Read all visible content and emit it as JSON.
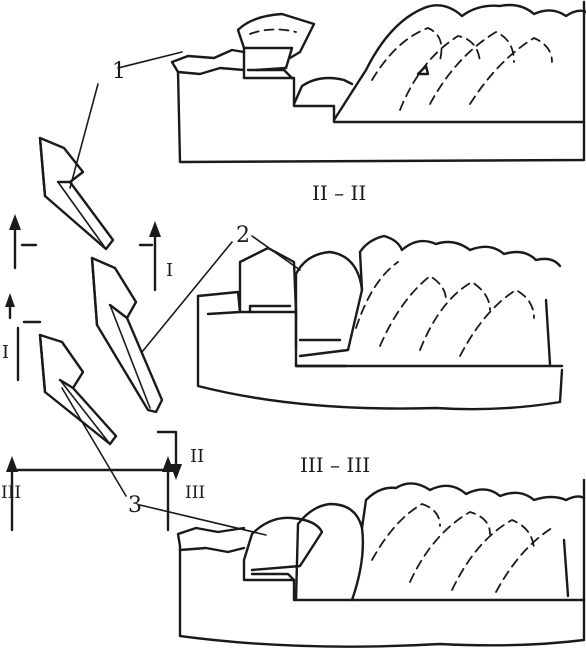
{
  "callouts": {
    "one": "1",
    "two": "2",
    "three": "3"
  },
  "section_titles": {
    "ii": "II – II",
    "iii": "III – III"
  },
  "section_marks": {
    "i_left": "I",
    "i_right": "I",
    "ii_bottom": "II",
    "iii_left": "III",
    "iii_right": "III"
  }
}
